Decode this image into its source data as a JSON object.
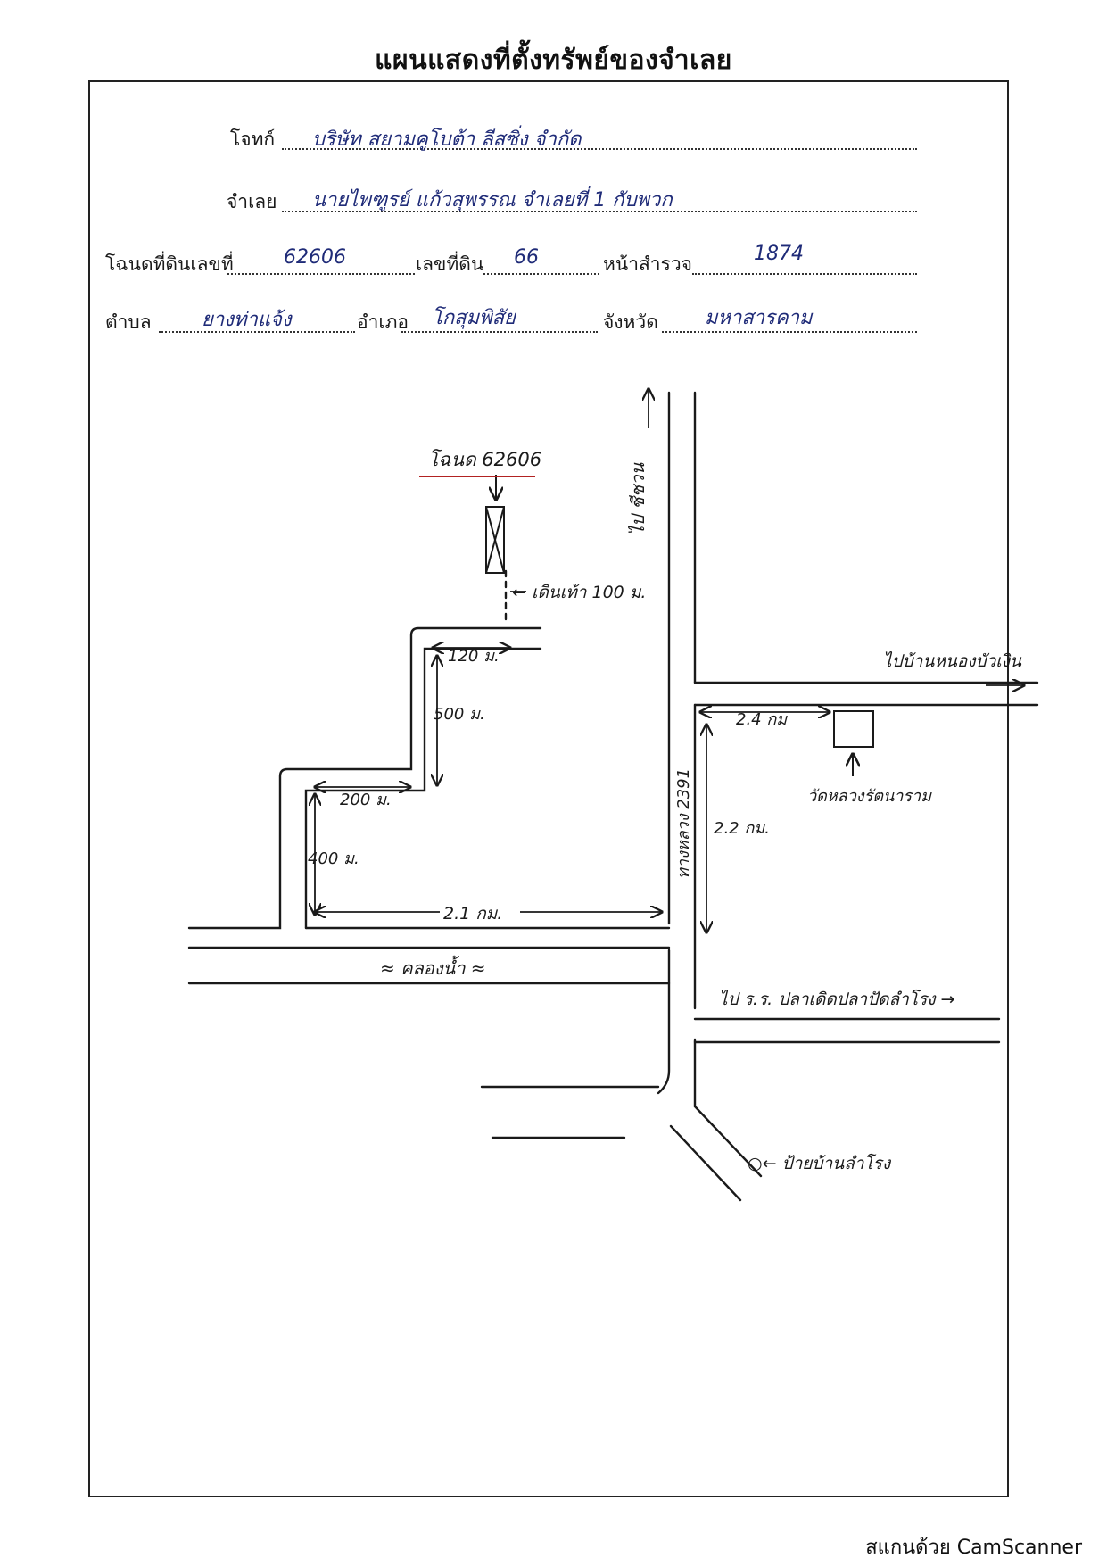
{
  "document": {
    "title": "แผนแสดงที่ตั้งทรัพย์ของจำเลย"
  },
  "form": {
    "plaintiff_label": "โจทก์",
    "plaintiff_value": "บริษัท สยามคูโบต้า ลีสซิ่ง จำกัด",
    "defendant_label": "จำเลย",
    "defendant_value": "นายไพฑูรย์ แก้วสุพรรณ จำเลยที่ 1 กับพวก",
    "deed_label": "โฉนดที่ดินเลขที่",
    "deed_value": "62606",
    "land_no_label": "เลขที่ดิน",
    "land_no_value": "66",
    "survey_label": "หน้าสำรวจ",
    "survey_value": "1874",
    "subdistrict_label": "ตำบล",
    "subdistrict_value": "ยางท่าแจ้ง",
    "district_label": "อำเภอ",
    "district_value": "โกสุมพิสัย",
    "province_label": "จังหวัด",
    "province_value": "มหาสารคาม"
  },
  "map": {
    "deed_marker": "โฉนด 62606",
    "walk_note": "← เดินเท้า 100 ม.",
    "dist_120": "120 ม.",
    "dist_500": "500 ม.",
    "dist_200": "200 ม.",
    "dist_400": "400 ม.",
    "dist_2_1": "2.1 กม.",
    "canal": "≈ คลองน้ำ ≈",
    "road_north": "ไป ชีชวน",
    "road_east": "ไปบ้านหนองบัวเงิน",
    "road_2391": "ทางหลวง 2391",
    "dist_2_4": "2.4 กม",
    "dist_2_2": "2.2 กม.",
    "temple": "วัดหลวงรัตนาราม",
    "to_school": "ไป ร.ร. ปลาเดิดปลาปัดลำโรง →",
    "village_sign": "○← ป้ายบ้านลำโรง"
  },
  "footer": {
    "scanner": "สแกนด้วย CamScanner"
  }
}
